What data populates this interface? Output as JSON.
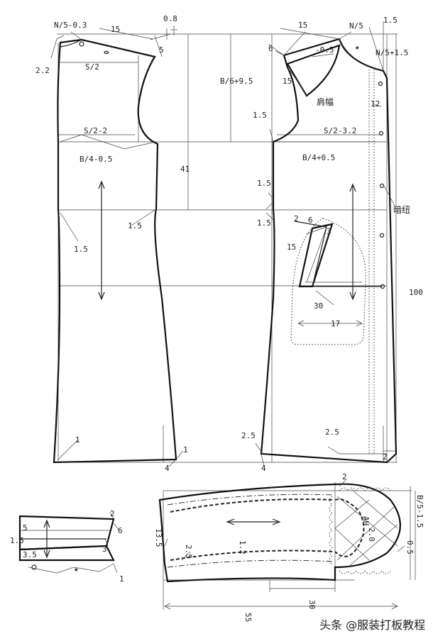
{
  "labels": {
    "n5_minus_03": "N/5-0.3",
    "n5": "N/5",
    "n5_plus_15": "N/5+1.5",
    "shoulder_15_back": "15",
    "shoulder_15_front": "15",
    "offset_08": "0.8",
    "offset_15_top": "1.5",
    "drop_5": "5",
    "drop_6": "6",
    "dim_22": "2.2",
    "s_half": "S/2",
    "s_half_minus_2": "S/2-2",
    "s_half_minus_32": "S/2-3.2",
    "b_quarter_minus_05": "B/4-0.5",
    "b_quarter_plus_05": "B/4+0.5",
    "b_sixth_plus_95": "B/6+9.5",
    "len_41": "41",
    "len_100": "100",
    "minus_05": "-0.5",
    "front_15_a": "15",
    "armhole_15": "1.5",
    "shoulder_width": "肩幅",
    "front_12": "12",
    "hidden_button": "暗纽",
    "waist_15_a": "1.5",
    "waist_15_b": "1.5",
    "back_15_hip": "1.5",
    "back_15_waist": "1.5",
    "dart_2": "2",
    "dart_6": "6",
    "dart_3": "3",
    "pocket_15": "15",
    "pocket_30": "30",
    "pocket_17": "17",
    "hem_1_left": "1",
    "hem_1_right": "1",
    "hem_4_back": "4",
    "hem_4_front": "4",
    "hem_25_left": "2.5",
    "hem_25_mid": "2.5",
    "hem_2_corner": "2",
    "cuff_5": "5",
    "cuff_15": "1.5",
    "cuff_35": "3.5",
    "cuff_2": "2",
    "cuff_6": "6",
    "cuff_3": "3",
    "cuff_1": "1",
    "sleeve_2": "2",
    "sleeve_135": "13.5",
    "sleeve_25": "2.5",
    "sleeve_12": "1.2",
    "sleeve_ah": "AH",
    "sleeve_20": "2.0",
    "sleeve_b5": "B/5-1.5",
    "sleeve_05": "0.5",
    "sleeve_30": "30",
    "sleeve_55": "55"
  },
  "watermark": "头条 @服装打板教程"
}
